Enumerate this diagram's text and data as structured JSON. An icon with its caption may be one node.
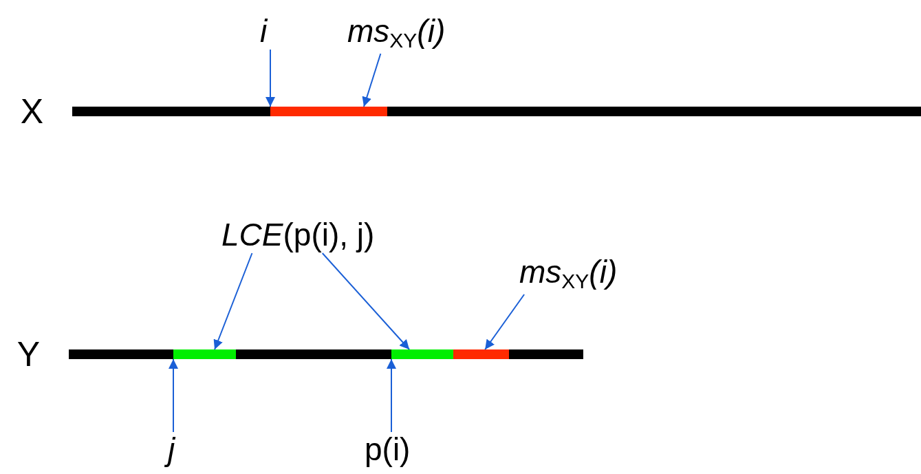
{
  "diagram": {
    "nodes": [
      {
        "text": [
          "i"
        ]
      },
      {
        "text": [
          "*ms*$_{XY}$*(i)*"
        ]
      },
      {
        "text": [
          "X"
        ]
      },
      {
        "text": [],
        "shape": "bar",
        "in": 2
      },
      {
        "text": [
          "*LCE*(p(i), j)"
        ]
      },
      {
        "text": [
          "*ms*$_{XY}$*(i)*"
        ]
      },
      {
        "text": [
          "Y"
        ]
      },
      {
        "text": [],
        "shape": "bar",
        "in": 6
      },
      {
        "text": [],
        "shape": "bar",
        "in": 6
      },
      {
        "text": [],
        "shape": "bar",
        "in": 6
      },
      {
        "text": [
          "j"
        ]
      },
      {
        "text": [
          "p(i)"
        ]
      }
    ],
    "edges": [
      {
        "from": 0,
        "to": 3,
        "arrow": "to"
      },
      {
        "from": 1,
        "to": 3,
        "arrow": "to"
      },
      {
        "from": 4,
        "to": 7,
        "arrow": "to"
      },
      {
        "from": 4,
        "to": 8,
        "arrow": "to"
      },
      {
        "from": 5,
        "to": 9,
        "arrow": "to"
      },
      {
        "from": 10,
        "to": 7,
        "arrow": "to"
      },
      {
        "from": 11,
        "to": 8,
        "arrow": "to"
      }
    ]
  }
}
